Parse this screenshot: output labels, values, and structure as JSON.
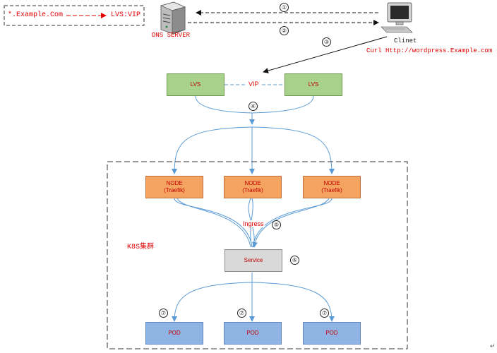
{
  "legend": {
    "domain": "*.Example.Com",
    "target": "LVS:VIP"
  },
  "dns_server": {
    "label": "DNS SERVER"
  },
  "client": {
    "label": "Clinet",
    "command": "Curl Http://wordpress.Example.com"
  },
  "steps": [
    "①",
    "②",
    "③",
    "④",
    "⑤",
    "⑥",
    "⑦"
  ],
  "lvs": {
    "left_label": "LVS",
    "right_label": "LVS",
    "vip_label": "VIP"
  },
  "cluster": {
    "label": "K8S集群",
    "nodes": [
      {
        "name": "NODE",
        "sub": "(Traefik)"
      },
      {
        "name": "NODE",
        "sub": "(Traefik)"
      },
      {
        "name": "NODE",
        "sub": "(Traefik)"
      }
    ],
    "ingress_label": "Ingress",
    "service_label": "Service",
    "pods": [
      {
        "label": "POD"
      },
      {
        "label": "POD"
      },
      {
        "label": "POD"
      }
    ]
  },
  "colors": {
    "arrow_blue": "#5b9bd5",
    "text_red": "#e00000",
    "lvs_green": "#a9d18e",
    "node_orange": "#f4a460",
    "service_gray": "#d9d9d9",
    "pod_blue": "#8fb4e3"
  }
}
